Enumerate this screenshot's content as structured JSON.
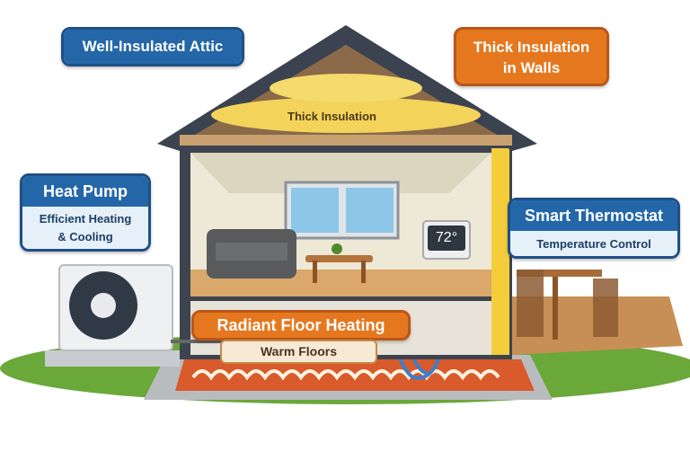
{
  "callouts": {
    "attic": {
      "title": "Well-Insulated Attic"
    },
    "walls": {
      "title_line1": "Thick Insulation",
      "title_line2": "in Walls"
    },
    "heat_pump": {
      "title": "Heat Pump",
      "subtitle_line1": "Efficient Heating",
      "subtitle_line2": "& Cooling"
    },
    "thermostat": {
      "title": "Smart Thermostat",
      "subtitle": "Temperature Control"
    },
    "floor": {
      "title": "Radiant Floor Heating",
      "subtitle": "Warm Floors"
    }
  },
  "labels": {
    "attic_insulation": "Thick Insulation",
    "thermostat_reading": "72°"
  },
  "colors": {
    "blue": "#2467a8",
    "orange": "#e5781f",
    "insulation": "#f3d35a",
    "grass": "#5f9e2f"
  }
}
